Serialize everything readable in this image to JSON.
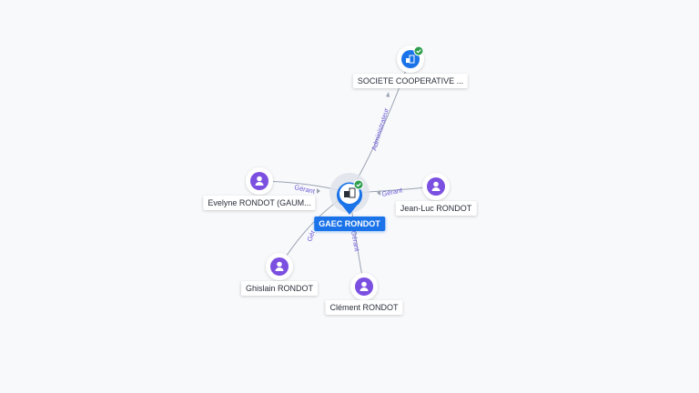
{
  "colors": {
    "edge": "#9aa3b2",
    "edge_label": "#6a5bd6",
    "person": "#7b4fe0",
    "company": "#1a73e8",
    "verified": "#2e9e4f"
  },
  "nodes": {
    "center": {
      "label": "GAEC RONDOT",
      "icon": "building-icon",
      "verified": true
    },
    "societe": {
      "label": "SOCIETE COOPERATIVE ...",
      "icon": "building-icon",
      "verified": true
    },
    "evelyne": {
      "label": "Evelyne RONDOT (GAUM...",
      "icon": "person-icon"
    },
    "jeanluc": {
      "label": "Jean-Luc RONDOT",
      "icon": "person-icon"
    },
    "ghislain": {
      "label": "Ghislain RONDOT",
      "icon": "person-icon"
    },
    "clement": {
      "label": "Clément RONDOT",
      "icon": "person-icon"
    }
  },
  "edges": {
    "administrateur": "Administrateur",
    "gerant_evelyne": "Gérant",
    "gerant_jeanluc": "Gérant",
    "gerant_ghislain": "Gér",
    "gerant_clement": "Gérant"
  }
}
